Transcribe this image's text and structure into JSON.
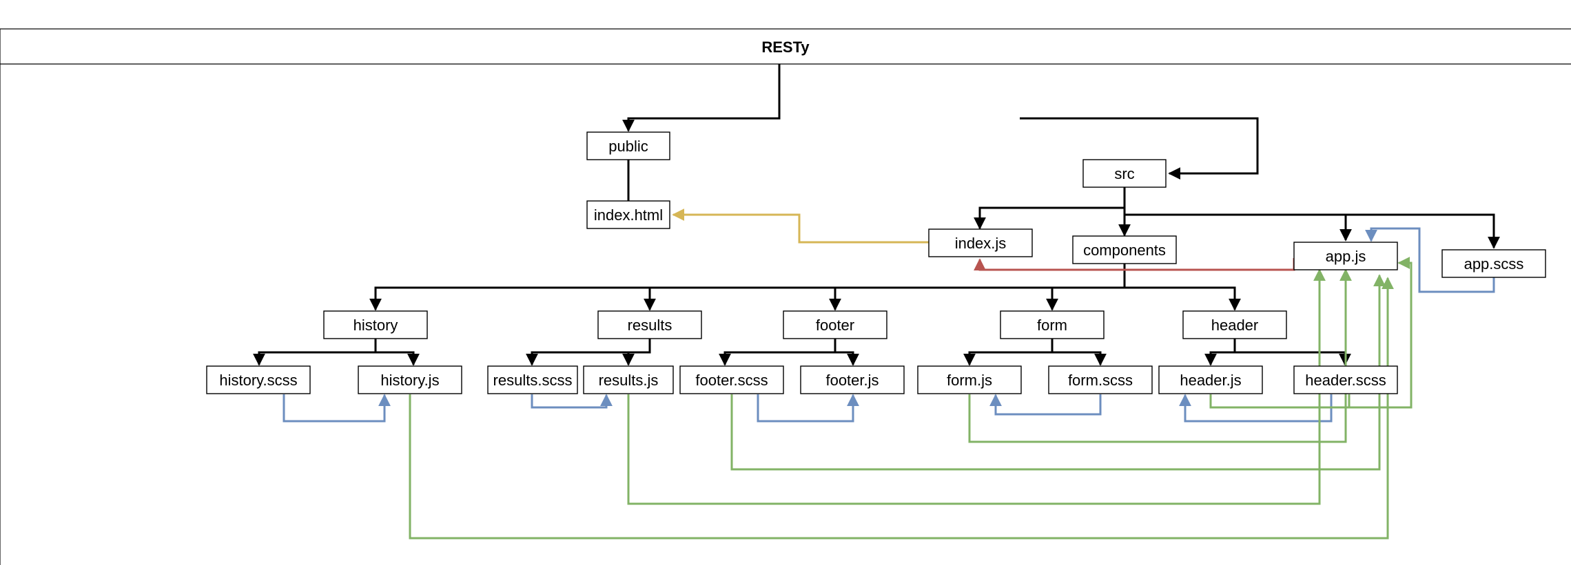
{
  "diagram": {
    "title": "RESTy",
    "colors": {
      "structure": "#000000",
      "import_scss": "#6c8ebf",
      "import_component": "#82b366",
      "entry_html": "#d6b656",
      "entry_js": "#b85450"
    },
    "nodes": {
      "public": "public",
      "index_html": "index.html",
      "src": "src",
      "index_js": "index.js",
      "components": "components",
      "app_js": "app.js",
      "app_scss": "app.scss",
      "history": "history",
      "results": "results",
      "footer": "footer",
      "form": "form",
      "header": "header",
      "history_scss": "history.scss",
      "history_js": "history.js",
      "results_scss": "results.scss",
      "results_js": "results.js",
      "footer_scss": "footer.scss",
      "footer_js": "footer.js",
      "form_js": "form.js",
      "form_scss": "form.scss",
      "header_js": "header.js",
      "header_scss": "header.scss"
    }
  }
}
